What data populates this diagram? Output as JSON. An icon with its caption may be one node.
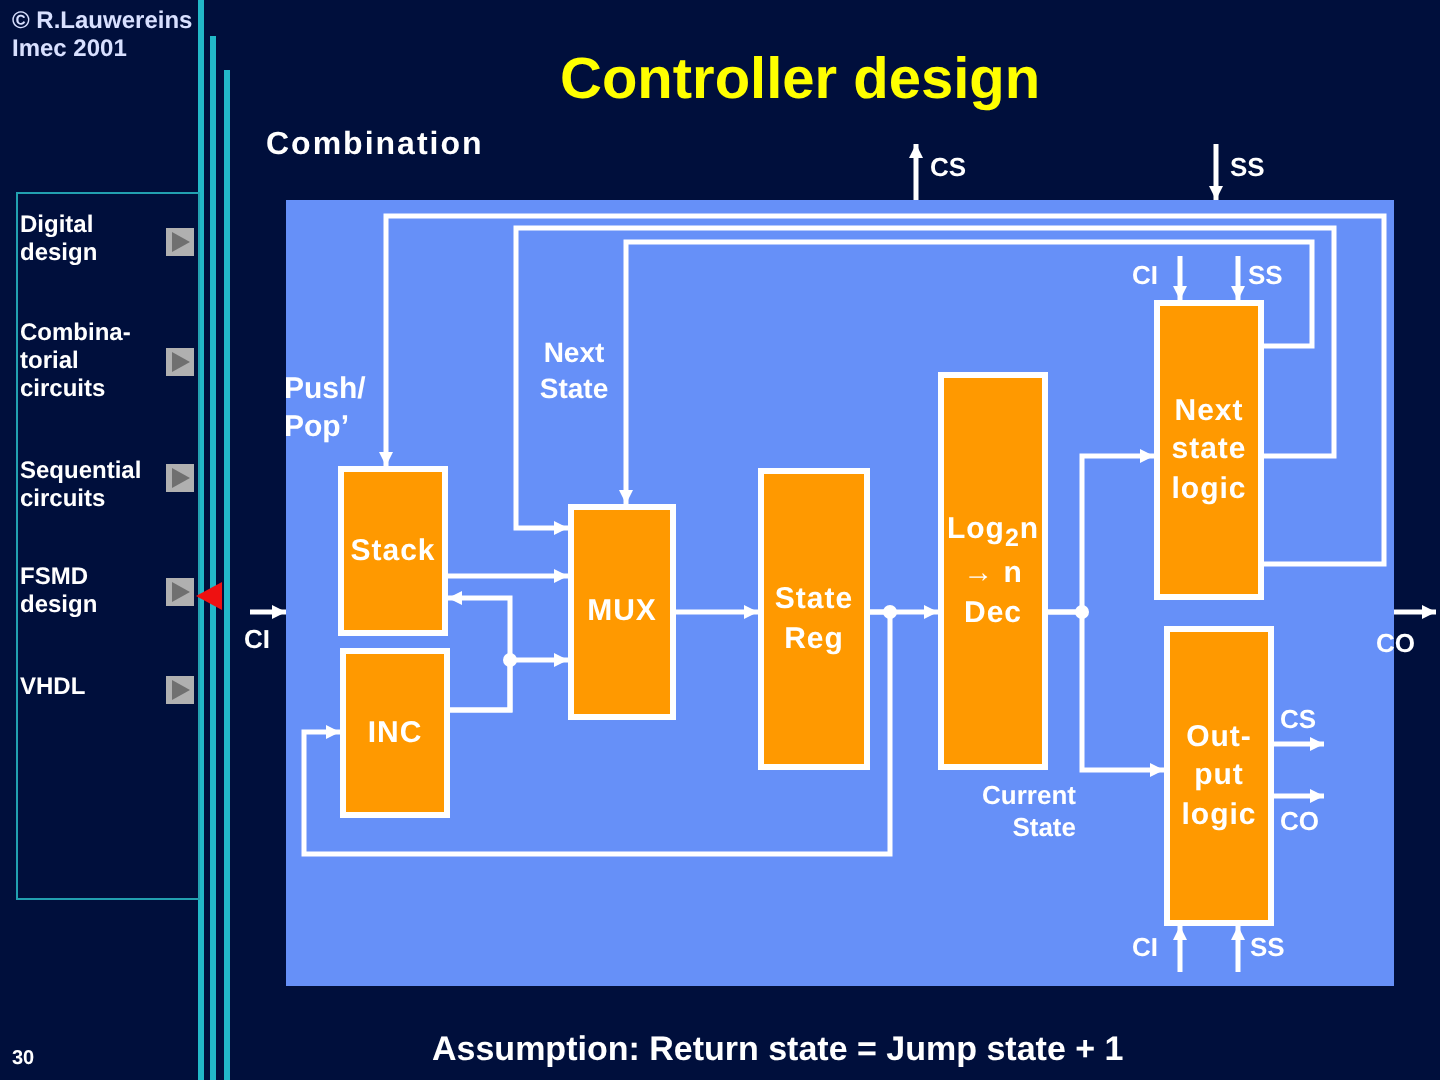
{
  "diagram": {
    "title": "Controller design",
    "caption": "Assumption: Return state = Jump state + 1",
    "nodes": [
      {
        "text": [
          "Combination"
        ]
      },
      {
        "text": [
          "Stack"
        ],
        "in": 0
      },
      {
        "text": [
          "INC"
        ],
        "in": 0
      },
      {
        "text": [
          "MUX"
        ],
        "in": 0
      },
      {
        "text": [
          "State Reg"
        ],
        "in": 0
      },
      {
        "text": [
          "Log$_{2}$n → n Dec"
        ],
        "in": 0
      },
      {
        "text": [
          "Next state logic"
        ],
        "in": 0
      },
      {
        "text": [
          "Out- put logic"
        ],
        "in": 0
      }
    ],
    "edges": [
      {
        "from": null,
        "to": 0,
        "arrow": "to",
        "label": "CI"
      },
      {
        "from": 0,
        "to": null,
        "arrow": "to",
        "label": "CO"
      },
      {
        "from": 0,
        "to": null,
        "arrow": "to",
        "label": "CS"
      },
      {
        "from": null,
        "to": 0,
        "arrow": "to",
        "label": "SS"
      },
      {
        "from": null,
        "to": 6,
        "arrow": "to",
        "label": "CI"
      },
      {
        "from": null,
        "to": 6,
        "arrow": "to",
        "label": "SS"
      },
      {
        "from": 7,
        "to": null,
        "arrow": "to",
        "label": "CS"
      },
      {
        "from": 7,
        "to": null,
        "arrow": "to",
        "label": "CO"
      },
      {
        "from": null,
        "to": 7,
        "arrow": "to",
        "label": "CI"
      },
      {
        "from": null,
        "to": 7,
        "arrow": "to",
        "label": "SS"
      },
      {
        "from": 6,
        "to": 1,
        "arrow": "to",
        "label": "Push/ Pop’"
      },
      {
        "from": 6,
        "to": 3,
        "arrow": "to",
        "label": "Next State"
      },
      {
        "from": 6,
        "to": 3,
        "arrow": "to"
      },
      {
        "from": 1,
        "to": 3,
        "arrow": "to"
      },
      {
        "from": 2,
        "to": 3,
        "arrow": "to"
      },
      {
        "from": 2,
        "to": 1,
        "arrow": "to"
      },
      {
        "from": 3,
        "to": 4,
        "arrow": "to"
      },
      {
        "from": 4,
        "to": 5,
        "arrow": "to"
      },
      {
        "from": 4,
        "to": 2,
        "arrow": "to"
      },
      {
        "from": 5,
        "to": 6,
        "arrow": "to"
      },
      {
        "from": 5,
        "to": 7,
        "arrow": "to",
        "label": "Current State"
      }
    ],
    "labels": [
      "© R.Lauwereins",
      "Imec 2001",
      "Digital design",
      "Combina- torial circuits",
      "Sequential circuits",
      "FSMD design",
      "VHDL",
      "30"
    ]
  }
}
